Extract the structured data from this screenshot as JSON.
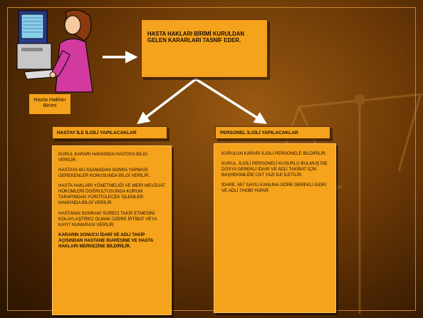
{
  "colors": {
    "box_fill": "#f5a21c",
    "background": "#6b3806",
    "arrow": "#ffffff"
  },
  "clipart": {
    "icon": "person-at-computer-icon",
    "label": "Hasta Hakları Birimi"
  },
  "top_box": {
    "text": "HASTA HAKLARI BİRİMİ KURULDAN GELEN KARARLARI TASNİF EDER."
  },
  "left_branch": {
    "title": "HASTAY İLE İLGİLİ YAPILACAKLAR",
    "items": [
      "KURUL KARARI HAKKINDA HASTAYA  BİLGİ VERİLİR.",
      "HASTAYA BU AŞAMADAN SONRA YAPMASI GEREKENLER KONUSUNDA BİLGİ VERİLİR.",
      "HASTA HAKLARI YÖNETMELİĞİ VE MERİ MEVZUAT HÜKÜMLERİ DOĞRULTUSUNDA KURUM TARAFINDAN YÜRÜTÜLECEK İŞLEMLER HAKKINDA BİLGİ VERİLİR.",
      "HASTANIN SONRAKİ SÜRECİ TAKİP ETMESİNİ KOLAYLAŞTIRICI OLMAK ÜZERE İRTİBAT VEYA KAYIT NUMARASI VERİLİR.",
      "KARARIN SONUCU İDARİ VE ADLİ TAKİP AÇISINDAN HASTANE İDARESİNE VE HASTA HAKLARI MERKEZİNE BİLDİRİLİR."
    ]
  },
  "right_branch": {
    "title": "PERSONEL  İLGİLİ YAPILACAKLAR",
    "items": [
      "KURULUN KARARI İLGİLİ PERSONELE BİLDİRİLİR.",
      "KURUL, İLGİLİ PERSONELİ KUSURLU BULMUŞ İSE DOSYA GEREKLİ İDARİ VE ADLİ TAKİBAT İÇİN BAŞHEKİMLİĞE ÜST YAZI İLE İLETİLİR.",
      "İDARE, 657 SAYILI KANUNA GÖRE GEREKLİ İADRİ VE ADLİ TAKİBİ YAPAR."
    ]
  }
}
